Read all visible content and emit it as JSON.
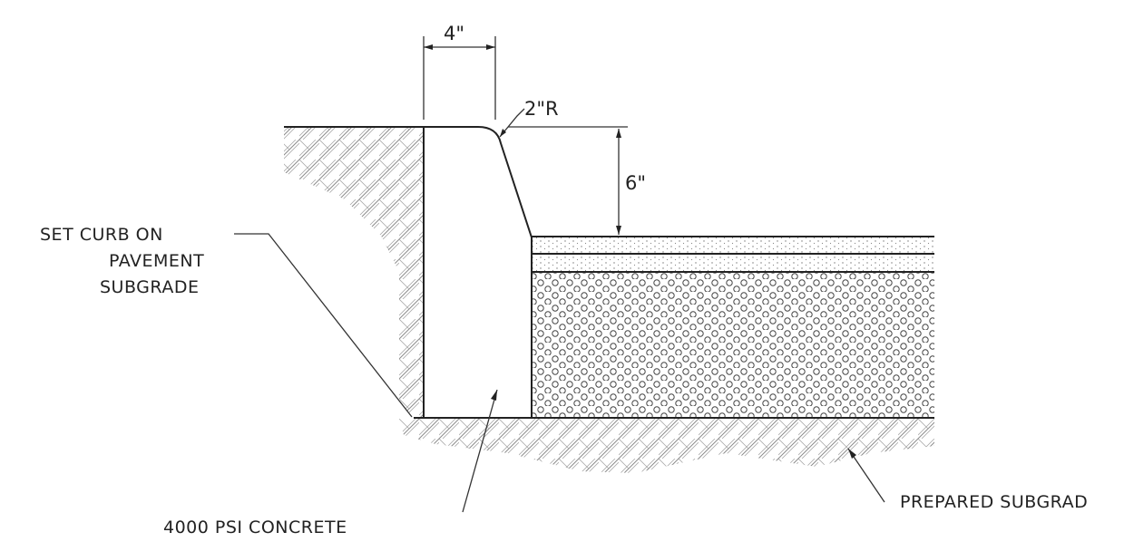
{
  "drawing": {
    "dimensions": {
      "curb_width": "4\"",
      "curb_radius": "2\"R",
      "curb_reveal": "6\""
    },
    "labels": {
      "set_curb_line1": "SET CURB ON",
      "set_curb_line2": "PAVEMENT",
      "set_curb_line3": "SUBGRADE",
      "concrete": "4000 PSI CONCRETE",
      "subgrade": "PREPARED SUBGRAD"
    },
    "colors": {
      "linework": "#222222",
      "hatch": "#8c8c8c",
      "background": "#ffffff"
    }
  }
}
